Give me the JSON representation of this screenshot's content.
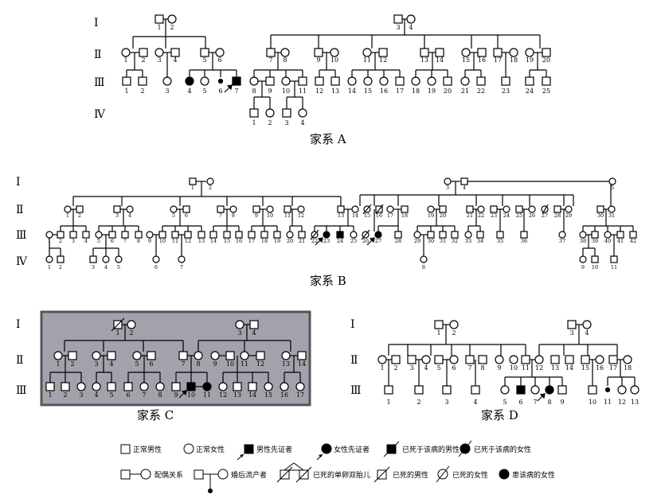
{
  "generations": [
    "Ⅰ",
    "Ⅱ",
    "Ⅲ",
    "Ⅳ"
  ],
  "families": {
    "A": {
      "caption": "家系 A"
    },
    "B": {
      "caption": "家系 B"
    },
    "C": {
      "caption": "家系 C"
    },
    "D": {
      "caption": "家系 D"
    }
  },
  "legend": {
    "normal_male": "正常男性",
    "normal_female": "正常女性",
    "male_proband": "男性先证者",
    "female_proband": "女性先证者",
    "deceased_affected_male": "已死于该病的男性",
    "deceased_affected_female": "已死于该病的女性",
    "marriage": "配偶关系",
    "abortion": "婚后流产者",
    "deceased_monozygotic_twins": "已死的单卵双胎儿",
    "deceased_male": "已死的男性",
    "deceased_female": "已死的女性",
    "affected_female": "患该病的女性"
  },
  "colors": {
    "line": "#000000",
    "panel_fill": "#a2a2ac",
    "panel_border": "#555555"
  }
}
